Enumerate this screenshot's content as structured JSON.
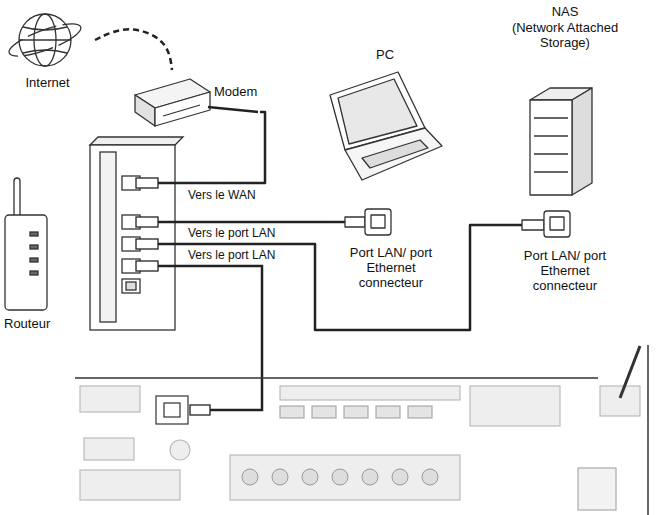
{
  "diagram": {
    "nodes": [
      {
        "text": [
          "Internet"
        ]
      },
      {
        "text": [
          "Modem"
        ]
      },
      {
        "text": [
          "Routeur"
        ]
      },
      {
        "text": [
          "PC",
          "Port LAN/ port Ethernet connecteur"
        ]
      },
      {
        "text": [
          "NAS",
          "(Network Attached Storage)",
          "Port LAN/ port Ethernet connecteur"
        ]
      }
    ],
    "edges": [
      {
        "from": 0,
        "to": 1,
        "arrow": "none"
      },
      {
        "from": 1,
        "to": 2,
        "label": "Vers le WAN",
        "arrow": "none"
      },
      {
        "from": 2,
        "to": 3,
        "label": "Vers le port LAN",
        "arrow": "none"
      },
      {
        "from": 2,
        "to": 4,
        "label": "Vers le port LAN",
        "arrow": "none"
      }
    ]
  }
}
